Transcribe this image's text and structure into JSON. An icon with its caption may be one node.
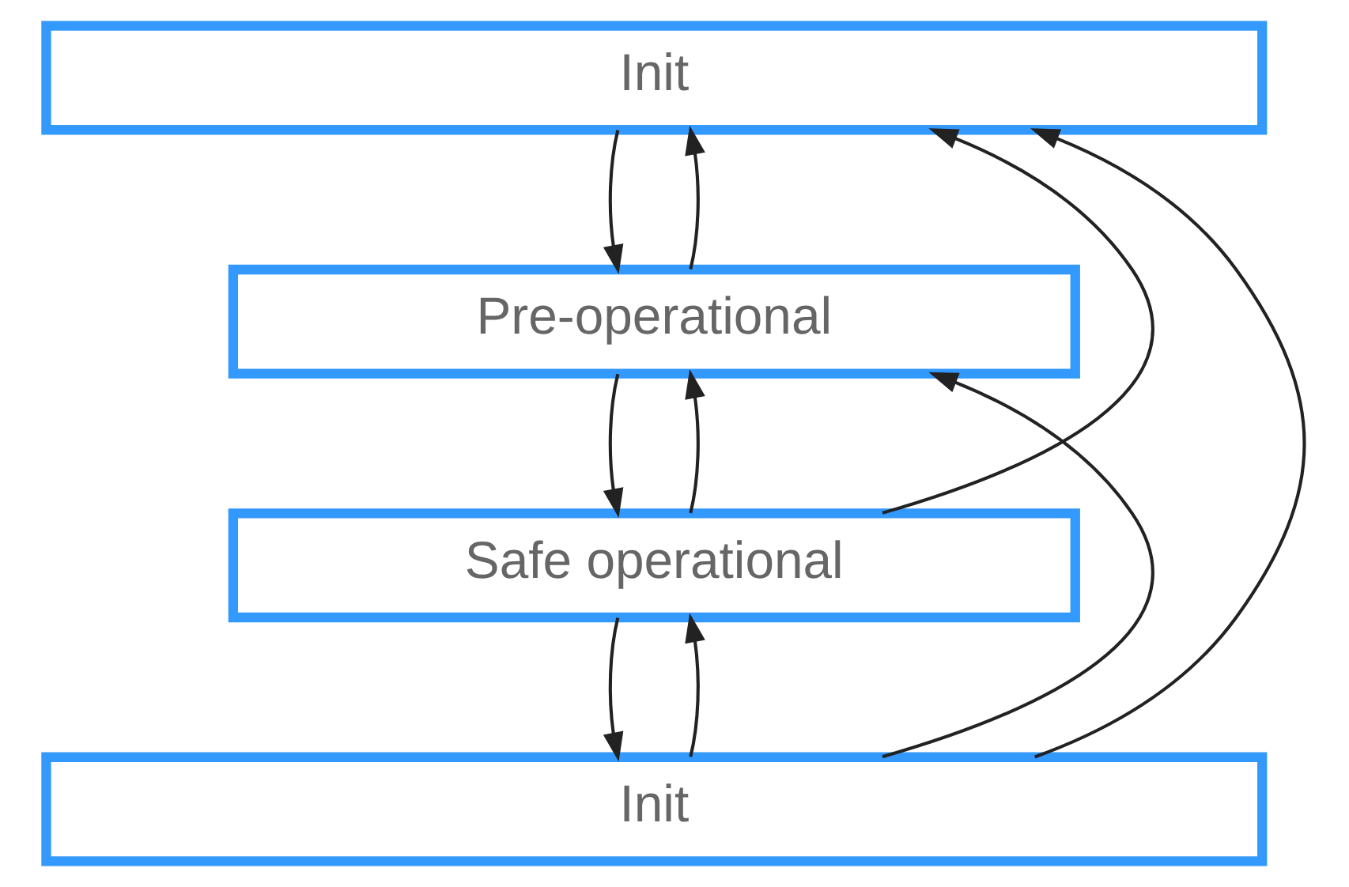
{
  "diagram": {
    "nodes": [
      {
        "text": [
          "Init"
        ]
      },
      {
        "text": [
          "Pre-operational"
        ]
      },
      {
        "text": [
          "Safe operational"
        ]
      },
      {
        "text": [
          "Init"
        ]
      }
    ],
    "edges": [
      {
        "from": 0,
        "to": 1,
        "arrow": "to"
      },
      {
        "from": 1,
        "to": 0,
        "arrow": "to"
      },
      {
        "from": 1,
        "to": 2,
        "arrow": "to"
      },
      {
        "from": 2,
        "to": 1,
        "arrow": "to"
      },
      {
        "from": 2,
        "to": 0,
        "arrow": "to"
      },
      {
        "from": 2,
        "to": 3,
        "arrow": "to"
      },
      {
        "from": 3,
        "to": 2,
        "arrow": "to"
      },
      {
        "from": 3,
        "to": 1,
        "arrow": "to"
      },
      {
        "from": 3,
        "to": 0,
        "arrow": "to"
      }
    ]
  }
}
